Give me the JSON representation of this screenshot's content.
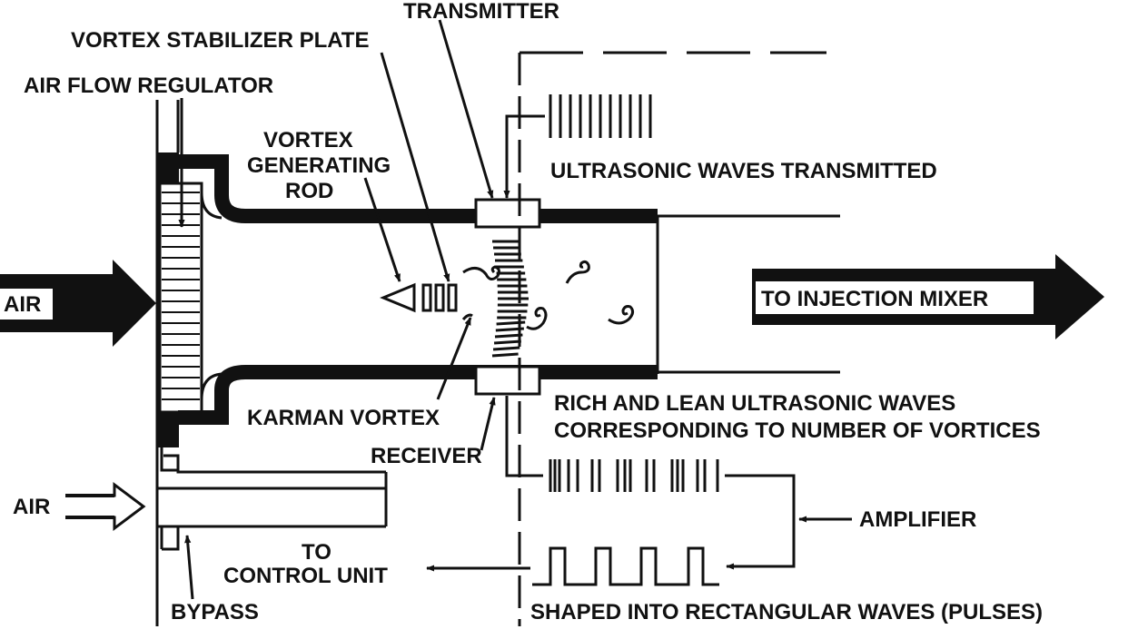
{
  "labels": {
    "transmitter": "TRANSMITTER",
    "vortex_stabilizer_plate": "VORTEX STABILIZER PLATE",
    "air_flow_regulator": "AIR FLOW REGULATOR",
    "vortex_generating_rod_line1": "VORTEX",
    "vortex_generating_rod_line2": "GENERATING",
    "vortex_generating_rod_line3": "ROD",
    "ultrasonic_waves_transmitted": "ULTRASONIC WAVES TRANSMITTED",
    "air_main": "AIR",
    "to_injection_mixer": "TO INJECTION MIXER",
    "karman_vortex": "KARMAN VORTEX",
    "rich_lean_line1": "RICH AND LEAN ULTRASONIC WAVES",
    "rich_lean_line2": "CORRESPONDING TO NUMBER OF VORTICES",
    "receiver": "RECEIVER",
    "air_bypass": "AIR",
    "amplifier": "AMPLIFIER",
    "to_control_unit_line1": "TO",
    "to_control_unit_line2": "CONTROL UNIT",
    "shaped_rectangular_waves": "SHAPED INTO RECTANGULAR WAVES (PULSES)",
    "bypass": "BYPASS"
  },
  "colors": {
    "ink": "#111111",
    "paper": "#ffffff"
  },
  "icons": {
    "vortex_swirl": "spiral-icon",
    "air_inlet_arrow": "block-arrow-right-icon",
    "outlet_arrow": "block-arrow-right-icon",
    "bypass_arrow": "hollow-arrow-right-icon"
  }
}
